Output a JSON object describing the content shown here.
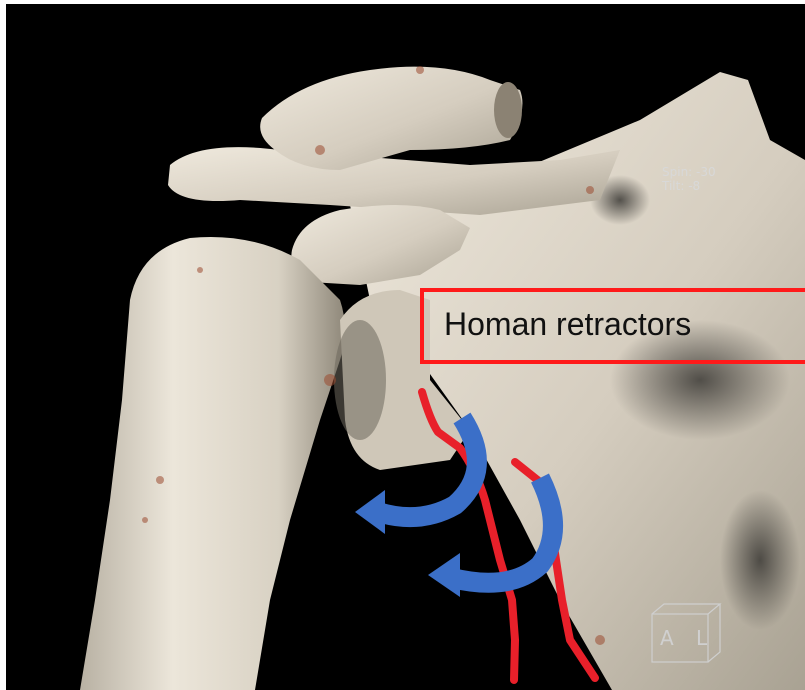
{
  "annotation": {
    "label": "Homan retractors",
    "box_color": "#ff1a1a"
  },
  "viewer": {
    "spin_text": "Spin: -30",
    "tilt_text": "Tilt:  -8",
    "orientation_cube": "A L"
  },
  "colors": {
    "background": "#000000",
    "bone": "#d9d2c4",
    "retractor_outline": "#e8202a",
    "arrow": "#3b6fc8"
  },
  "icons": {
    "rotation_arrow_1": "curved-arrow-icon",
    "rotation_arrow_2": "curved-arrow-icon"
  }
}
